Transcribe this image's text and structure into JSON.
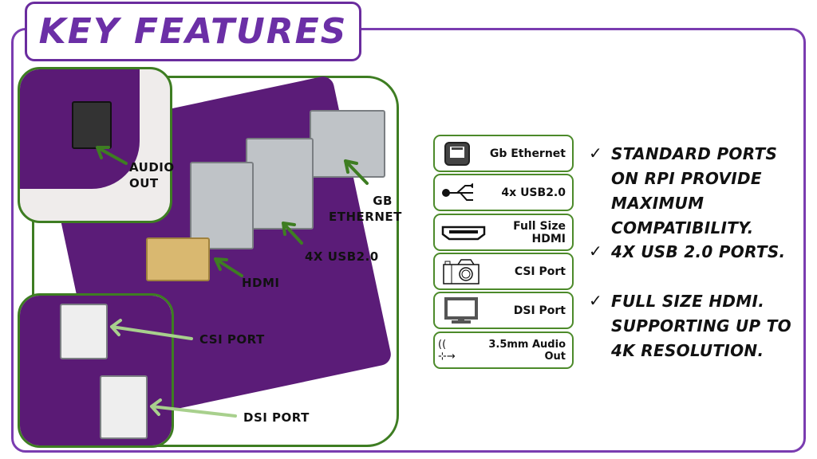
{
  "title": "KEY FEATURES",
  "colors": {
    "frame": "#7a3cb0",
    "title": "#6b2fa6",
    "green": "#3e7d22",
    "pcb": "#5b1c78"
  },
  "callouts": {
    "audio": "AUDIO\nOUT",
    "ethernet": "GB\nETHERNET",
    "usb": "4X USB2.0",
    "hdmi": "HDMI",
    "csi": "CSI PORT",
    "dsi": "DSI PORT"
  },
  "features": [
    {
      "icon": "ethernet-icon",
      "label": "Gb Ethernet"
    },
    {
      "icon": "usb-icon",
      "label": "4x USB2.0"
    },
    {
      "icon": "hdmi-icon",
      "label": "Full Size HDMI"
    },
    {
      "icon": "camera-icon",
      "label": "CSI Port"
    },
    {
      "icon": "monitor-icon",
      "label": "DSI Port"
    },
    {
      "icon": "audio-jack-icon",
      "label": "3.5mm Audio Out"
    }
  ],
  "bullets": [
    "STANDARD PORTS ON RPI PROVIDE MAXIMUM COMPATIBILITY.",
    "4X USB 2.0 PORTS.",
    "FULL SIZE HDMI. SUPPORTING UP TO 4K RESOLUTION."
  ],
  "check": "✓"
}
